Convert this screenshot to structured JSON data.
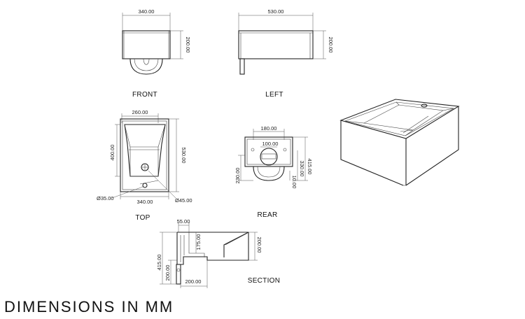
{
  "footer_text": "DIMENSIONS IN MM",
  "views": {
    "front": {
      "label": "FRONT",
      "dim_width": "340.00",
      "dim_height": "200.00"
    },
    "left": {
      "label": "LEFT",
      "dim_width": "530.00",
      "dim_height": "200.00"
    },
    "top": {
      "label": "TOP",
      "dim_inner_width": "260.00",
      "dim_inner_depth": "400.00",
      "dim_depth": "530.00",
      "dim_width": "340.00",
      "dim_drain": "Ø35.00",
      "dim_tap": "Ø45.00"
    },
    "rear": {
      "label": "REAR",
      "dim_bracket_width": "180.00",
      "dim_hole_spacing": "100.00",
      "dim_height": "415.00",
      "dim_trap_height": "330.00",
      "dim_hole_height": "230.00",
      "dim_small": "10.00"
    },
    "section": {
      "label": "SECTION",
      "dim_wall": "55.00",
      "dim_basin_depth": "175.00",
      "dim_height": "200.00",
      "dim_total_height": "415.00",
      "dim_lower": "200.00",
      "dim_base": "200.00"
    }
  }
}
